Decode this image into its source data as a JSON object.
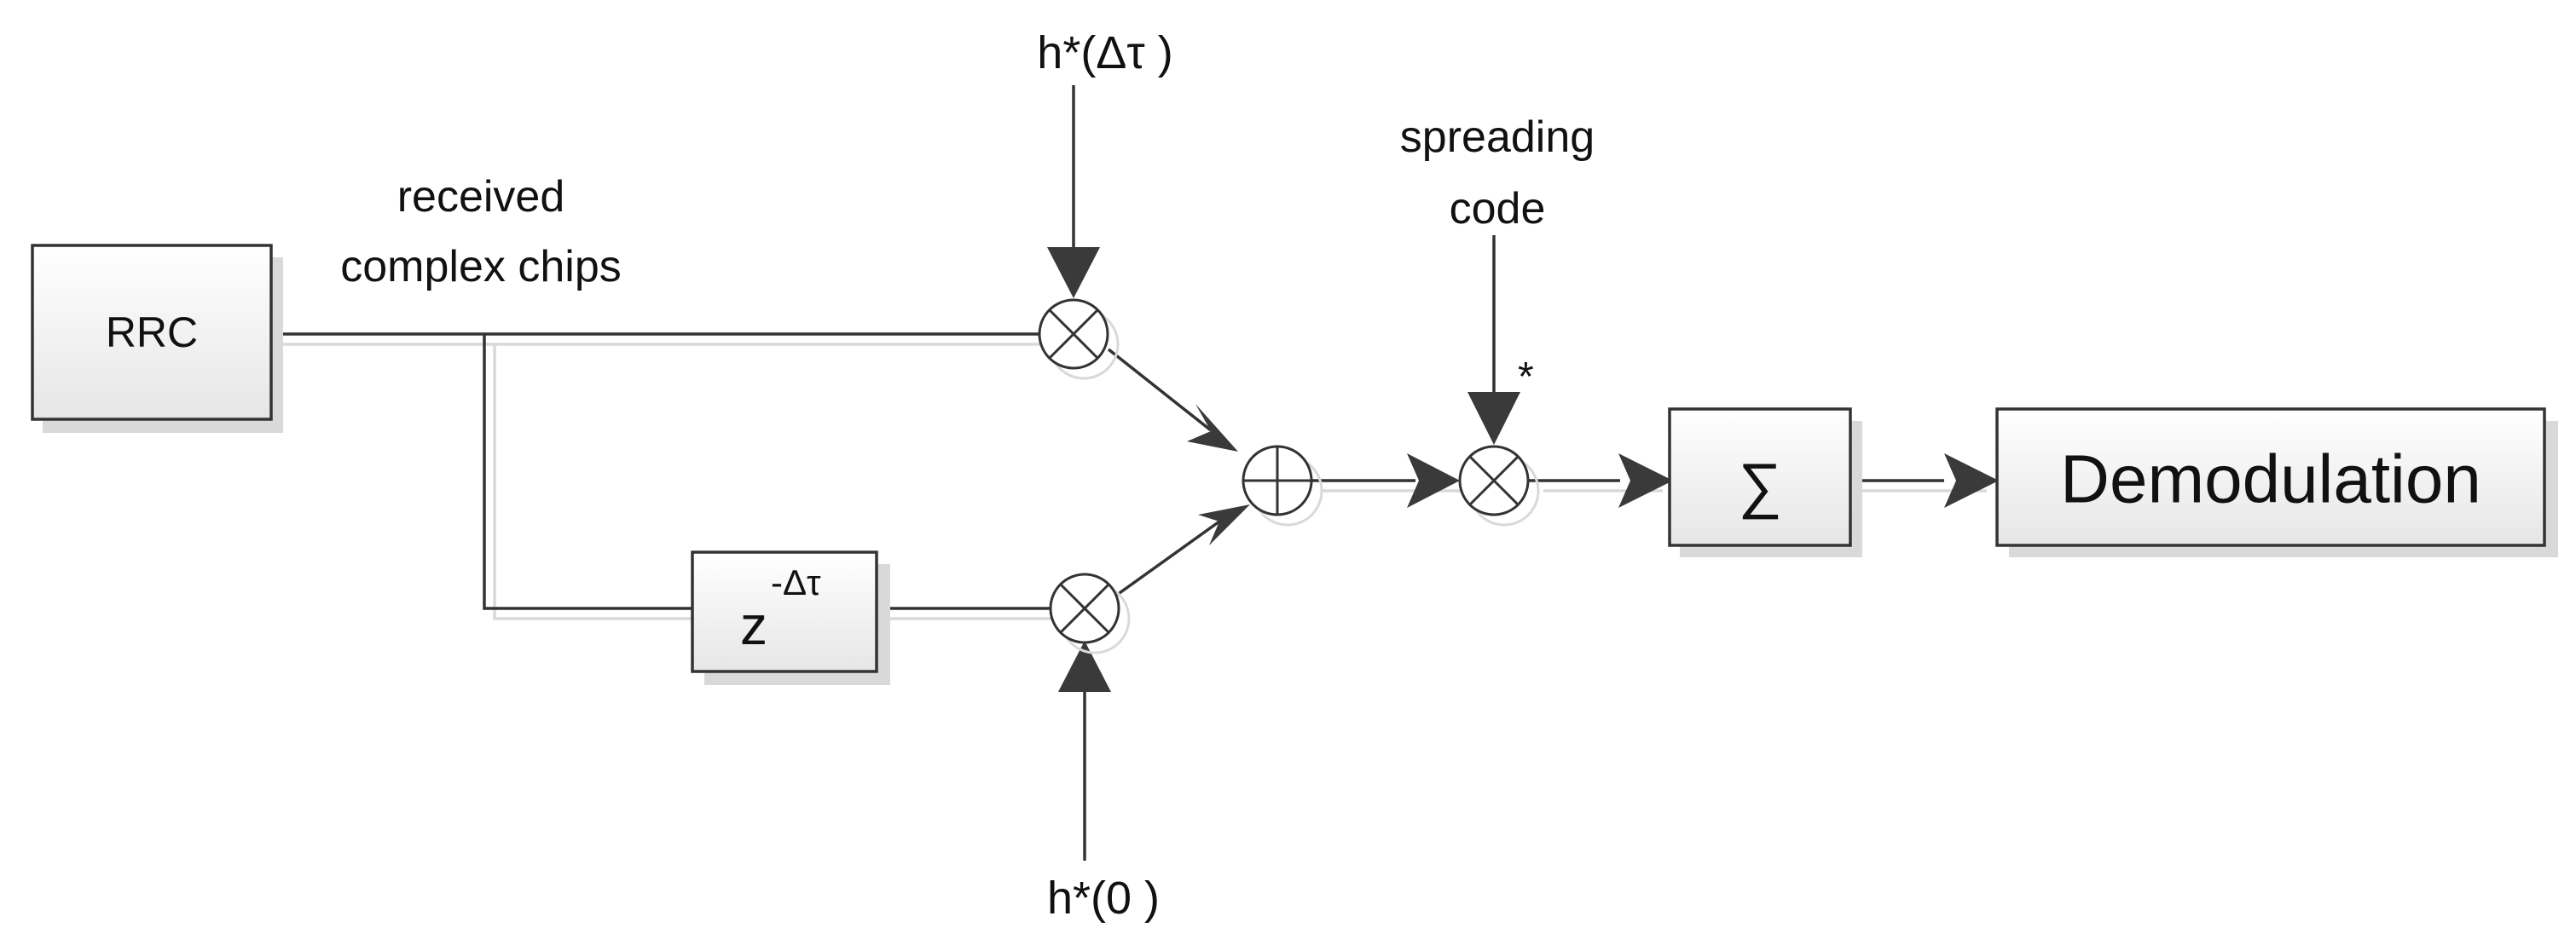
{
  "blocks": {
    "rrc": "RRC",
    "delay_base": "z",
    "delay_exponent": "-Δτ",
    "sum": "∑",
    "demodulation": "Demodulation"
  },
  "labels": {
    "received_line1": "received",
    "received_line2": "complex chips",
    "h_delta": "h*(Δτ )",
    "h_zero": "h*(0 )",
    "spreading_line1": "spreading",
    "spreading_line2": "code",
    "conjugate": "*"
  },
  "colors": {
    "line": "#333333",
    "shadow": "#d9d9d9",
    "box_fill_top": "#ffffff",
    "box_fill_bottom": "#e8e8e8"
  }
}
